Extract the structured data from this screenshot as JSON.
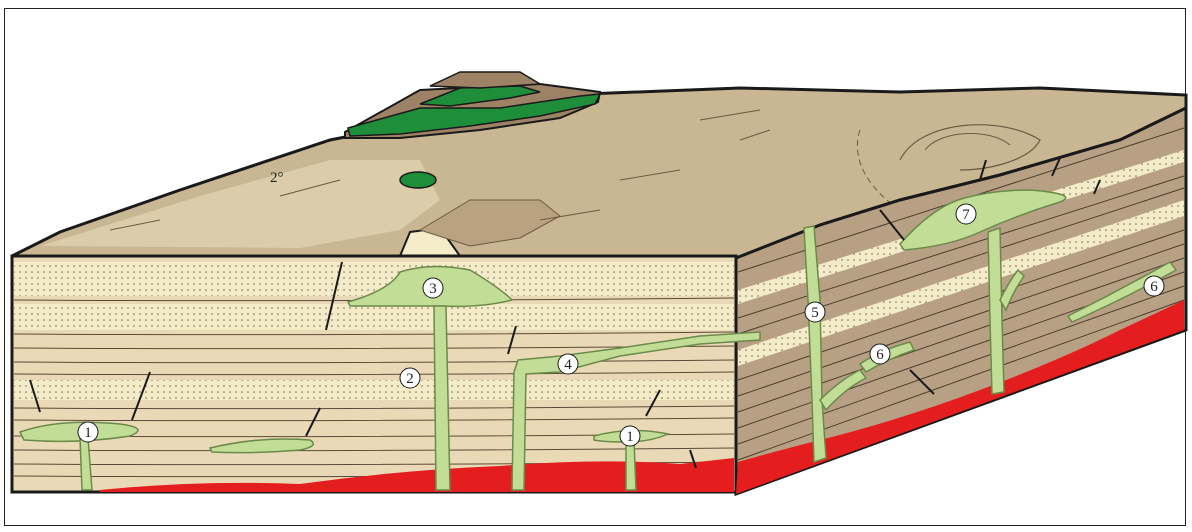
{
  "caption": "",
  "colors": {
    "surface": "#c9b693",
    "surface_light": "#e3d5b3",
    "front_face": "#ead9b6",
    "side_face": "#b7a084",
    "sandstone": "#f4ecc8",
    "intrusion": "#c2de96",
    "intrusion_outline": "#6b8a4a",
    "basement": "#e41e1e",
    "cap_green": "#1f8e3a",
    "outline": "#1a1a1a"
  },
  "labels": {
    "l1a": "1",
    "l1b": "1",
    "l2": "2",
    "l3": "3",
    "l4": "4",
    "l5": "5",
    "l6a": "6",
    "l6b": "6",
    "l7": "7",
    "dip": "2°"
  }
}
